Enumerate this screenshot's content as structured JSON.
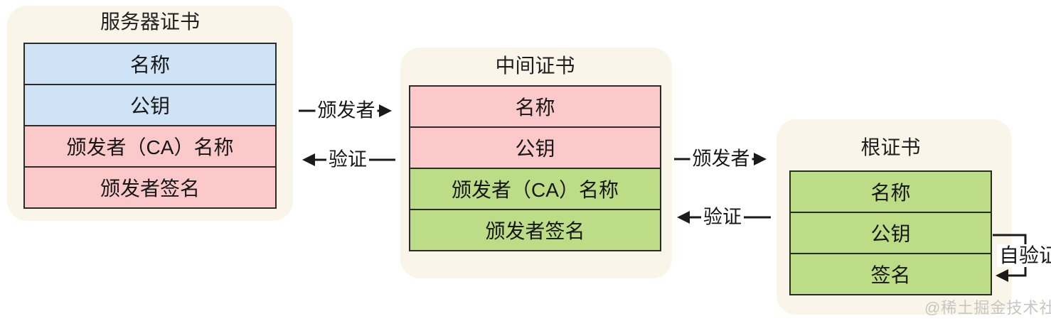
{
  "diagram": {
    "certificates": [
      {
        "title": "服务器证书",
        "rows": [
          {
            "label": "名称",
            "color": "row_blue"
          },
          {
            "label": "公钥",
            "color": "row_blue"
          },
          {
            "label": "颁发者（CA）名称",
            "color": "row_pink"
          },
          {
            "label": "颁发者签名",
            "color": "row_pink"
          }
        ]
      },
      {
        "title": "中间证书",
        "rows": [
          {
            "label": "名称",
            "color": "row_pink"
          },
          {
            "label": "公钥",
            "color": "row_pink"
          },
          {
            "label": "颁发者（CA）名称",
            "color": "row_green"
          },
          {
            "label": "颁发者签名",
            "color": "row_green"
          }
        ]
      },
      {
        "title": "根证书",
        "rows": [
          {
            "label": "名称",
            "color": "row_green"
          },
          {
            "label": "公钥",
            "color": "row_green"
          },
          {
            "label": "签名",
            "color": "row_green"
          }
        ]
      }
    ],
    "arrows": {
      "issuer1": {
        "label": "颁发者",
        "direction": "right"
      },
      "verify1": {
        "label": "验证",
        "direction": "left"
      },
      "issuer2": {
        "label": "颁发者",
        "direction": "right"
      },
      "verify2": {
        "label": "验证",
        "direction": "left"
      },
      "selfverify": {
        "label": "自验证",
        "direction": "self-loop"
      }
    },
    "watermark": "@稀土掘金技术社区",
    "colors": {
      "row_blue": "#cfe3f7",
      "row_pink": "#fbc9ca",
      "row_green": "#bddc86",
      "card_background": "#f9f5e8",
      "border": "#2b2b2b",
      "arrow": "#1a1a1a",
      "watermark": "#c9c5c2"
    }
  }
}
